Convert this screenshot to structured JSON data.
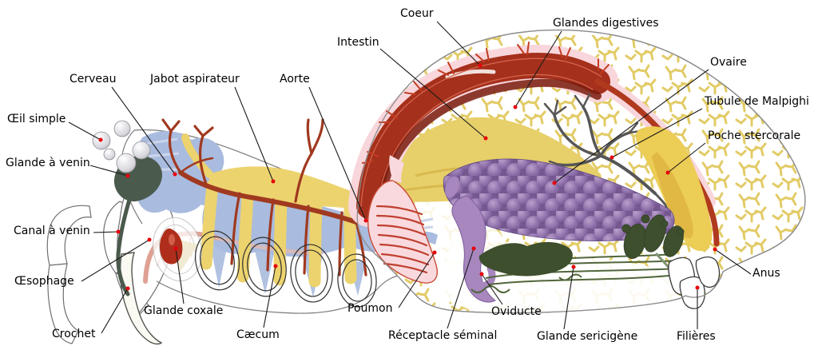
{
  "diagram": {
    "subject": "internal anatomy of a spider (French labels)",
    "labels": [
      {
        "id": "coeur",
        "text": "Coeur"
      },
      {
        "id": "glandes-digestives",
        "text": "Glandes digestives"
      },
      {
        "id": "intestin",
        "text": "Intestin"
      },
      {
        "id": "ovaire",
        "text": "Ovaire"
      },
      {
        "id": "tubule-de-malpighi",
        "text": "Tubule de Malpighi"
      },
      {
        "id": "poche-stercorale",
        "text": "Poche stercorale"
      },
      {
        "id": "cerveau",
        "text": "Cerveau"
      },
      {
        "id": "jabot-aspirateur",
        "text": "Jabot aspirateur"
      },
      {
        "id": "aorte",
        "text": "Aorte"
      },
      {
        "id": "oeil-simple",
        "text": "Œil simple"
      },
      {
        "id": "glande-a-venin",
        "text": "Glande à venin"
      },
      {
        "id": "canal-a-venin",
        "text": "Canal à venin"
      },
      {
        "id": "oesophage",
        "text": "Œsophage"
      },
      {
        "id": "glande-coxale",
        "text": "Glande coxale"
      },
      {
        "id": "crochet",
        "text": "Crochet"
      },
      {
        "id": "caecum",
        "text": "Cæcum"
      },
      {
        "id": "poumon",
        "text": "Poumon"
      },
      {
        "id": "receptacle-seminal",
        "text": "Réceptacle séminal"
      },
      {
        "id": "oviducte",
        "text": "Oviducte"
      },
      {
        "id": "glande-sericigene",
        "text": "Glande sericigène"
      },
      {
        "id": "filieres",
        "text": "Filières"
      },
      {
        "id": "anus",
        "text": "Anus"
      }
    ],
    "colors": {
      "background": "#FFFFFF",
      "outline_grey": "#8C8C8C",
      "heart_red": "#A5301B",
      "heart_shadow": "#7A1C0E",
      "pericardium_pink": "#F8D6DB",
      "artery_red": "#A0391F",
      "digestive_gland_yellow": "#E2CB66",
      "caecum_yellow": "#ECD36E",
      "ovary_purple": "#8A6BA6",
      "oviduct_purple": "#A787BE",
      "malpighi_grey": "#565656",
      "stercoral_yellow": "#ECCD55",
      "lung_pink": "#F9D9DD",
      "lung_lamellae_red": "#C04030",
      "nerve_blue": "#A9BBDE",
      "venom_gland_green": "#4A5A4C",
      "silk_gland_green": "#3E4F2D",
      "esophagus_salmon": "#DFA193",
      "eye_grey": "#D6D6DC",
      "leader_line": "#1A1A1A",
      "leader_dot_red": "#E8000A"
    }
  }
}
